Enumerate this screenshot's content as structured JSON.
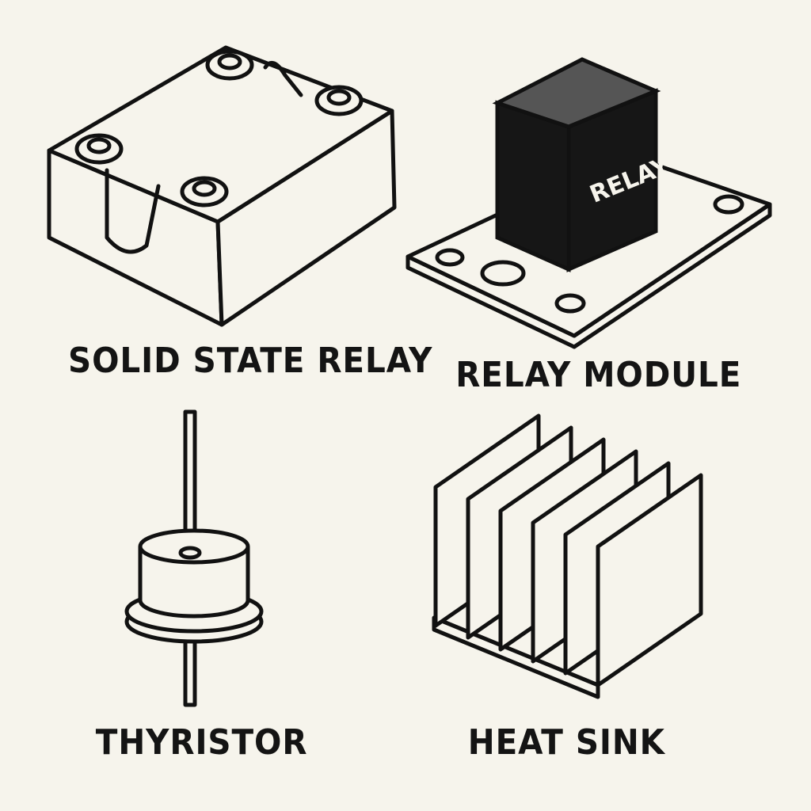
{
  "items": [
    {
      "label": "SOLID STATE RELAY"
    },
    {
      "label": "RELAY MODULE",
      "device_text": "RELAY"
    },
    {
      "label": "THYRISTOR"
    },
    {
      "label": "HEAT SINK"
    }
  ],
  "colors": {
    "background": "#f6f4ec",
    "ink": "#111111",
    "relay_body": "#161616"
  }
}
